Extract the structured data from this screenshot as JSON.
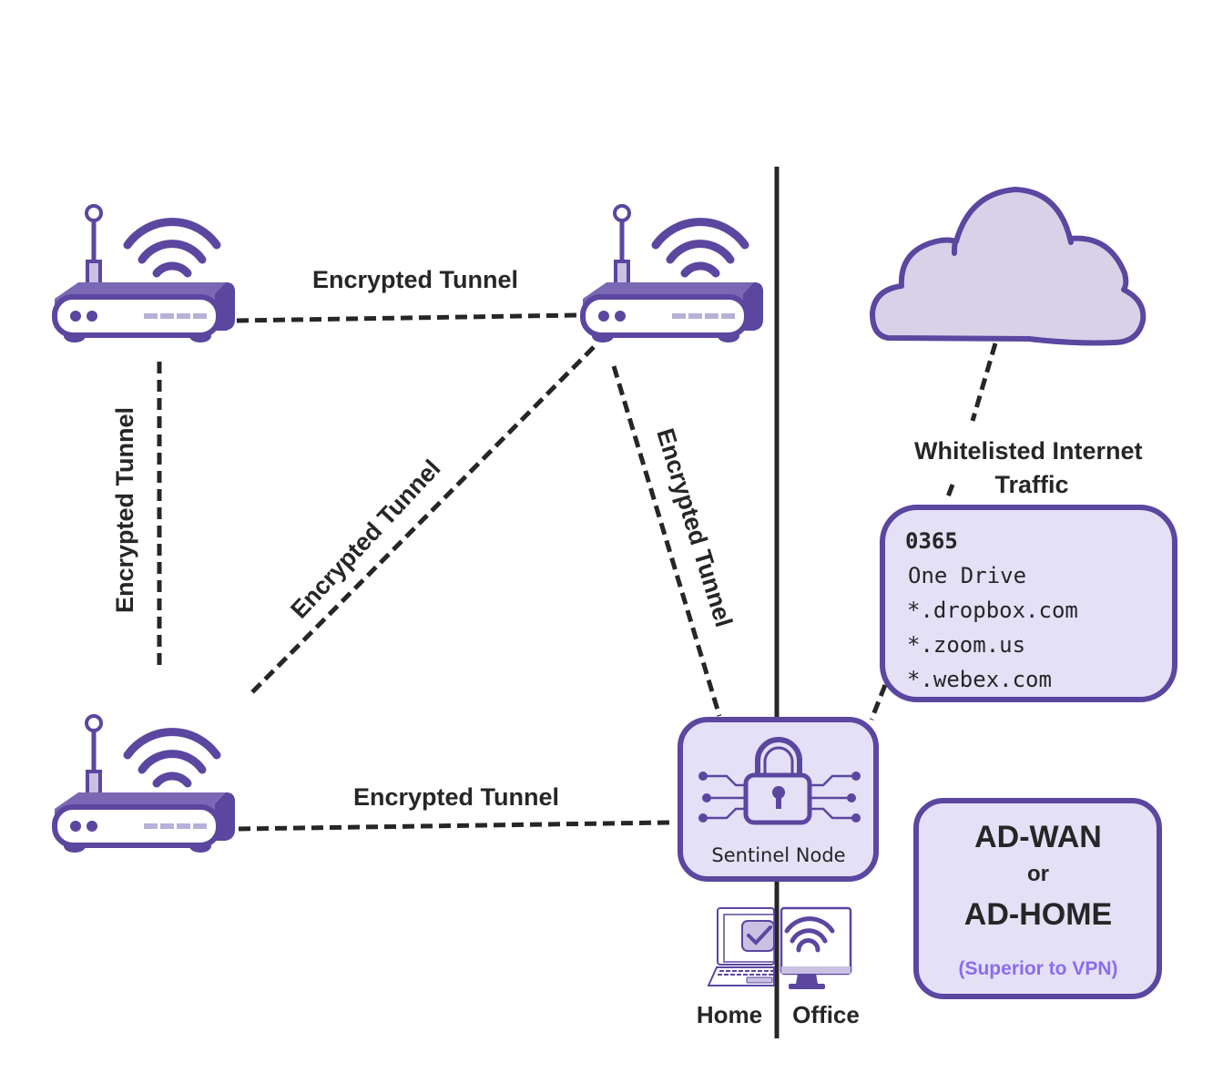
{
  "diagram": {
    "tunnels": {
      "top": "Encrypted Tunnel",
      "left": "Encrypted Tunnel",
      "diagonal": "Encrypted Tunnel",
      "right_diagonal": "Encrypted Tunnel",
      "bottom": "Encrypted Tunnel"
    },
    "sentinel_node": {
      "label": "Sentinel Node"
    },
    "whitelist": {
      "title_line1": "Whitelisted Internet",
      "title_line2": "Traffic",
      "items": [
        "0365",
        "One Drive",
        "*.dropbox.com",
        "*.zoom.us",
        "*.webex.com"
      ]
    },
    "product_box": {
      "line1": "AD-WAN",
      "line2": "or",
      "line3": "AD-HOME",
      "note": "(Superior to VPN)"
    },
    "endpoints": {
      "home": "Home",
      "office": "Office"
    },
    "colors": {
      "purple": "#5b46a0",
      "purple_light": "#7a68b4",
      "lavender": "#e4e0f6",
      "cloud_fill": "#d8d2e8",
      "note": "#8a6cf0",
      "ink": "#262626"
    }
  }
}
